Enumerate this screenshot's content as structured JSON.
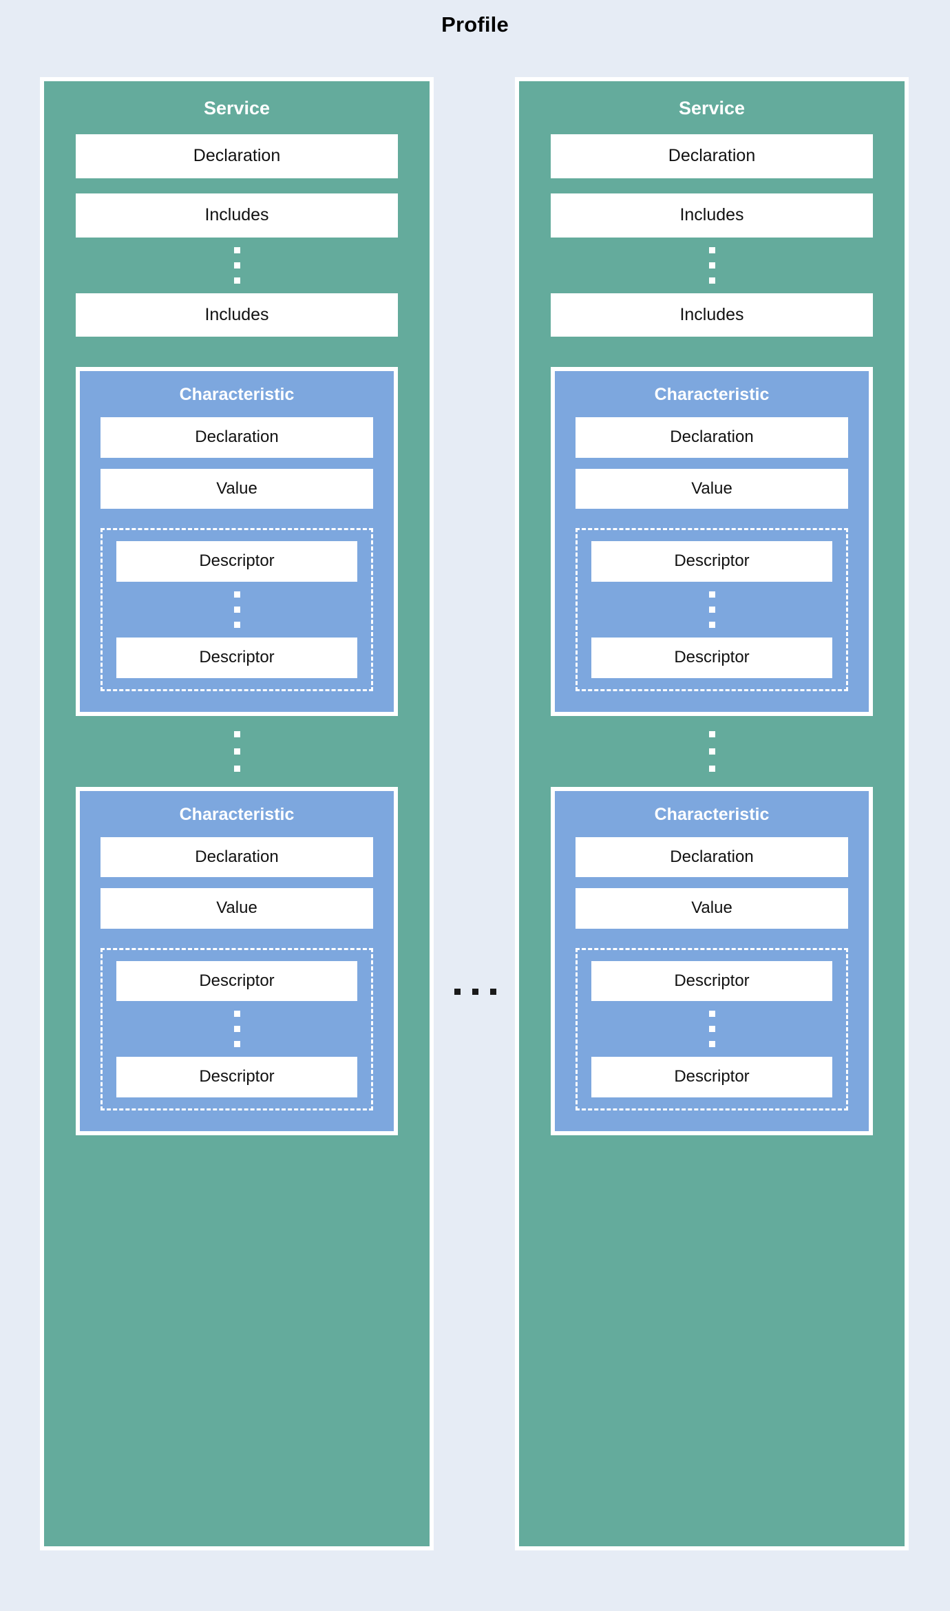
{
  "diagram": {
    "title": "Profile",
    "background_color": "#e6ecf5",
    "service_color": "#64ab9c",
    "characteristic_color": "#7da7de",
    "box_color": "#ffffff",
    "border_color": "#ffffff",
    "ellipsis_horizontal": "...",
    "services": [
      {
        "title": "Service",
        "declaration_label": "Declaration",
        "includes_first_label": "Includes",
        "includes_last_label": "Includes",
        "characteristics": [
          {
            "title": "Characteristic",
            "declaration_label": "Declaration",
            "value_label": "Value",
            "descriptor_first_label": "Descriptor",
            "descriptor_last_label": "Descriptor"
          },
          {
            "title": "Characteristic",
            "declaration_label": "Declaration",
            "value_label": "Value",
            "descriptor_first_label": "Descriptor",
            "descriptor_last_label": "Descriptor"
          }
        ]
      },
      {
        "title": "Service",
        "declaration_label": "Declaration",
        "includes_first_label": "Includes",
        "includes_last_label": "Includes",
        "characteristics": [
          {
            "title": "Characteristic",
            "declaration_label": "Declaration",
            "value_label": "Value",
            "descriptor_first_label": "Descriptor",
            "descriptor_last_label": "Descriptor"
          },
          {
            "title": "Characteristic",
            "declaration_label": "Declaration",
            "value_label": "Value",
            "descriptor_first_label": "Descriptor",
            "descriptor_last_label": "Descriptor"
          }
        ]
      }
    ]
  }
}
